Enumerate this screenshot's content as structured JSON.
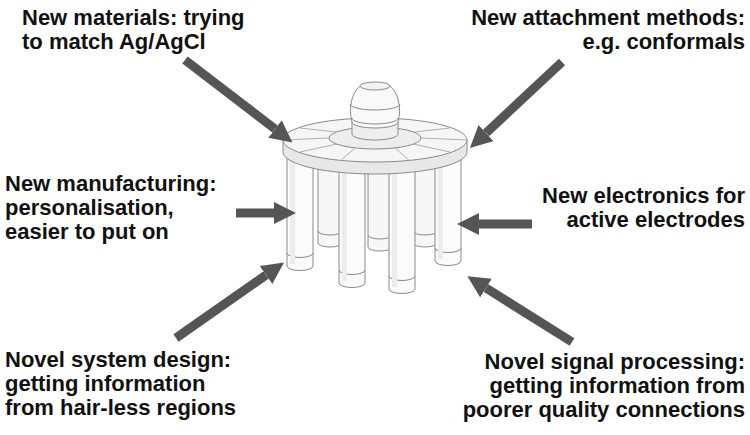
{
  "diagram": {
    "labels": [
      "New materials: trying to match Ag/AgCl",
      "New attachment methods: e.g. conformals",
      "New manufacturing: personalisation, easier to put on",
      "New electronics for active electrodes",
      "Novel system design: getting information from hair-less regions",
      "Novel signal processing: getting information from poorer quality connections"
    ]
  }
}
